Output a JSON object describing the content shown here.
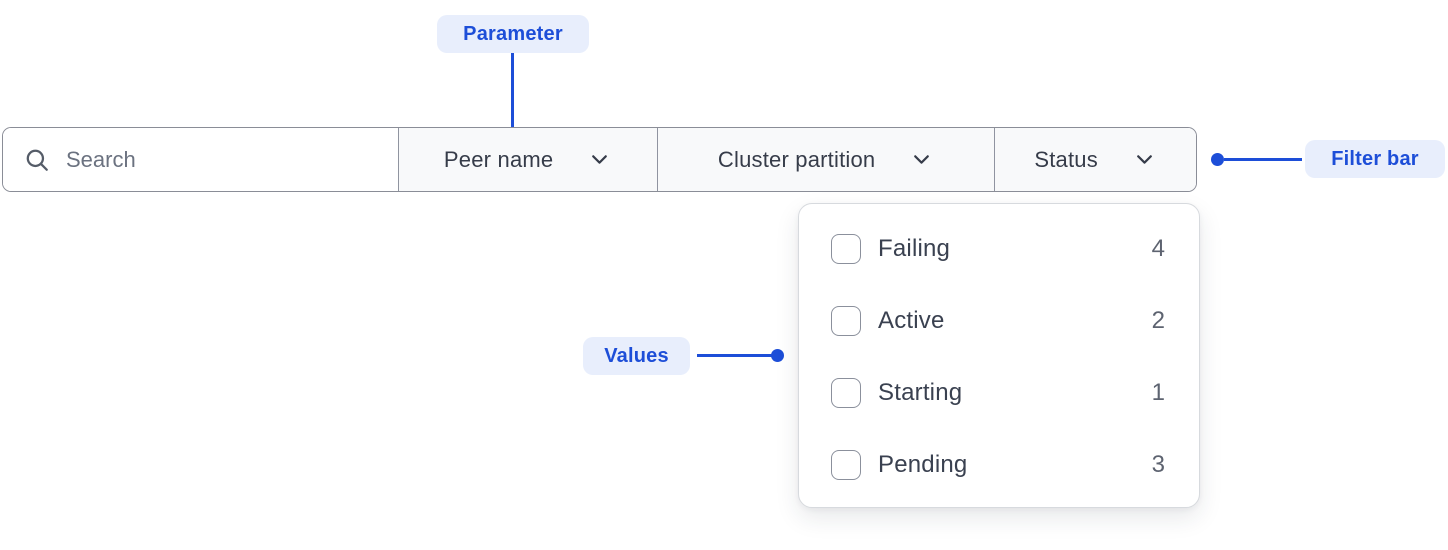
{
  "colors": {
    "accent_blue": "#1d4ed8",
    "accent_blue_bg": "#e8eefc",
    "bar_border": "#8a8d97",
    "section_bg": "#f8f9fa",
    "text_primary": "#363c49",
    "placeholder_gray": "#6b7280",
    "count_gray": "#5d6370"
  },
  "annotations": {
    "parameter_label": "Parameter",
    "filter_bar_label": "Filter bar",
    "values_label": "Values"
  },
  "filter_bar": {
    "search": {
      "placeholder": "Search"
    },
    "dropdowns": [
      {
        "label": "Peer name"
      },
      {
        "label": "Cluster partition"
      },
      {
        "label": "Status",
        "open": true
      }
    ]
  },
  "status_dropdown": {
    "items": [
      {
        "label": "Failing",
        "count": "4",
        "checked": false
      },
      {
        "label": "Active",
        "count": "2",
        "checked": false
      },
      {
        "label": "Starting",
        "count": "1",
        "checked": false
      },
      {
        "label": "Pending",
        "count": "3",
        "checked": false
      }
    ]
  }
}
